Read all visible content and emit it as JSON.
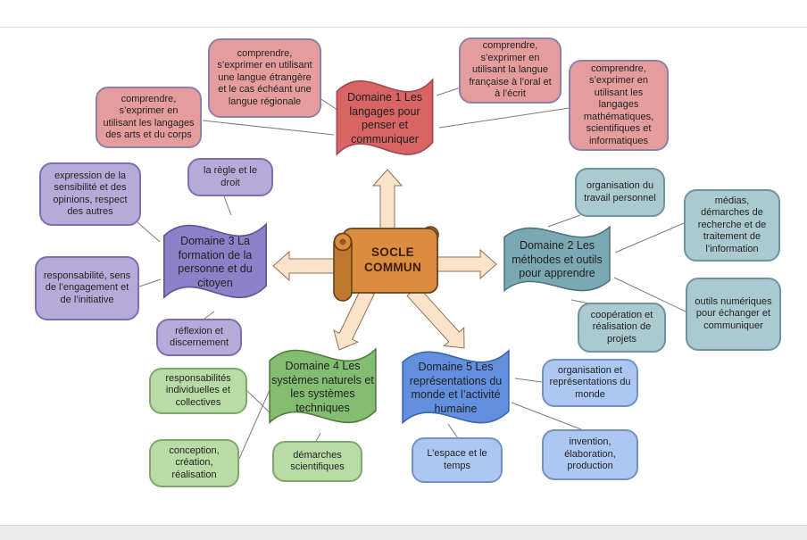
{
  "center": {
    "label": "SOCLE COMMUN"
  },
  "domains": [
    {
      "name": "Domaine 1 Les langages pour penser et communiquer",
      "color": "#d96464",
      "node_color": "#e59c9c",
      "children": [
        "comprendre, s’exprimer en utilisant les langages des arts et du corps",
        "comprendre, s’exprimer en utilisant une langue étrangère et le cas échéant une langue régionale",
        "comprendre, s’exprimer en utilisant la langue française à l’oral et à l’écrit",
        "comprendre, s’exprimer en utilisant les langages mathématiques, scientifiques et informatiques"
      ]
    },
    {
      "name": "Domaine 2 Les méthodes et outils pour apprendre",
      "color": "#7ba9b3",
      "node_color": "#aacad0",
      "children": [
        "organisation du travail personnel",
        "médias, démarches de recherche et de traitement de l’information",
        "outils numériques pour échanger et communiquer",
        "coopération et réalisation de projets"
      ]
    },
    {
      "name": "Domaine 3 La formation de la personne et du citoyen",
      "color": "#8c81c8",
      "node_color": "#b6abd8",
      "children": [
        "expression de la sensibilité et des opinions, respect des autres",
        "la règle et le droit",
        "responsabilité, sens de l’engagement et de l’initiative",
        "réflexion et discernement"
      ]
    },
    {
      "name": "Domaine 4 Les systèmes naturels et les systèmes techniques",
      "color": "#83bd71",
      "node_color": "#b9dca6",
      "children": [
        "responsabilités individuelles et collectives",
        "conception, création, réalisation",
        "démarches scientifiques"
      ]
    },
    {
      "name": "Domaine 5 Les représentations du monde et l’activité humaine",
      "color": "#6290de",
      "node_color": "#abc7f2",
      "children": [
        "organisation et représentations du monde",
        "L’espace et le temps",
        "invention, élaboration, production"
      ]
    }
  ],
  "palette": {
    "scroll_fill": "#dc8c3e",
    "scroll_border": "#64431d",
    "arrow_fill": "#fae3c8",
    "connector": "#7c7c7c"
  }
}
